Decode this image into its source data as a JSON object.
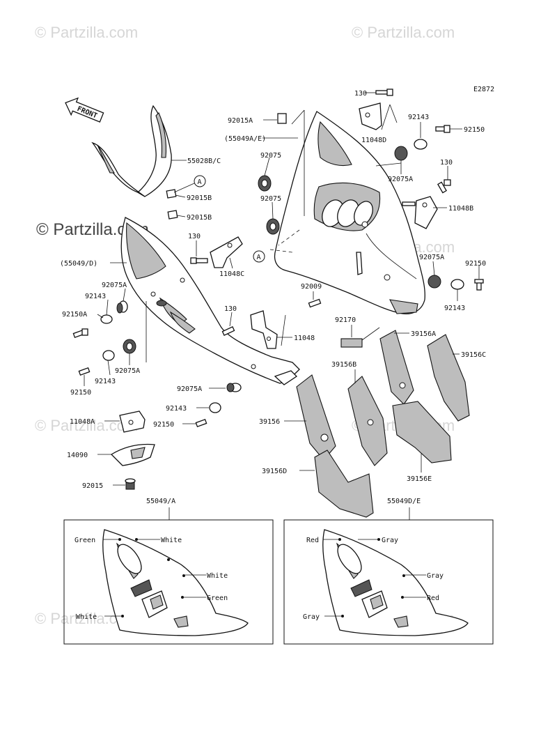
{
  "diagram_code": "E2872",
  "front_arrow_label": "FRONT",
  "watermarks": [
    "© Partzilla.com",
    "© Partzilla.com",
    "© Partzilla.com",
    "© Partzilla.com",
    "© Partzilla.com",
    "© Partzilla.com",
    "© Partzilla.com",
    "© Partzilla.com",
    "© Partzilla.com"
  ],
  "watermark_main": "© Partzilla.com",
  "ref_marker": "A",
  "parts": {
    "p55028bc": "55028B/C",
    "p92015b_1": "92015B",
    "p92015b_2": "92015B",
    "p130_top": "130",
    "p11048d": "11048D",
    "p92143_top": "92143",
    "p92150_top": "92150",
    "p92075a_top": "92075A",
    "p130_right": "130",
    "p11048b": "11048B",
    "p92015a_top": "92015A",
    "p55049ae": "(55049A/E)",
    "p92075_1": "92075",
    "p92075_2": "92075",
    "p130_mid": "130",
    "p11048c": "11048C",
    "p55049d": "(55049/D)",
    "p92075a_left": "92075A",
    "p92143_left": "92143",
    "p92150a": "92150A",
    "p92009": "92009",
    "p92075a_right": "92075A",
    "p92150_right": "92150",
    "p92143_right": "92143",
    "p130_low": "130",
    "p11048": "11048",
    "p92170": "92170",
    "p39156a": "39156A",
    "p39156c": "39156C",
    "p39156b": "39156B",
    "p92143_l2": "92143",
    "p92075a_l2": "92075A",
    "p92150_l2": "92150",
    "p92075a_low": "92075A",
    "p92143_low": "92143",
    "p92150_low": "92150",
    "p11048a": "11048A",
    "p39156": "39156",
    "p14090": "14090",
    "p39156d": "39156D",
    "p39156e": "39156E",
    "p92015": "92015",
    "p55049a": "55049/A",
    "p55049de": "55049D/E"
  },
  "inset_left_colors": {
    "c1": "Green",
    "c2": "White",
    "c3": "White",
    "c4": "Green",
    "c5": "White"
  },
  "inset_right_colors": {
    "c1": "Red",
    "c2": "Gray",
    "c3": "Gray",
    "c4": "Red",
    "c5": "Gray"
  }
}
